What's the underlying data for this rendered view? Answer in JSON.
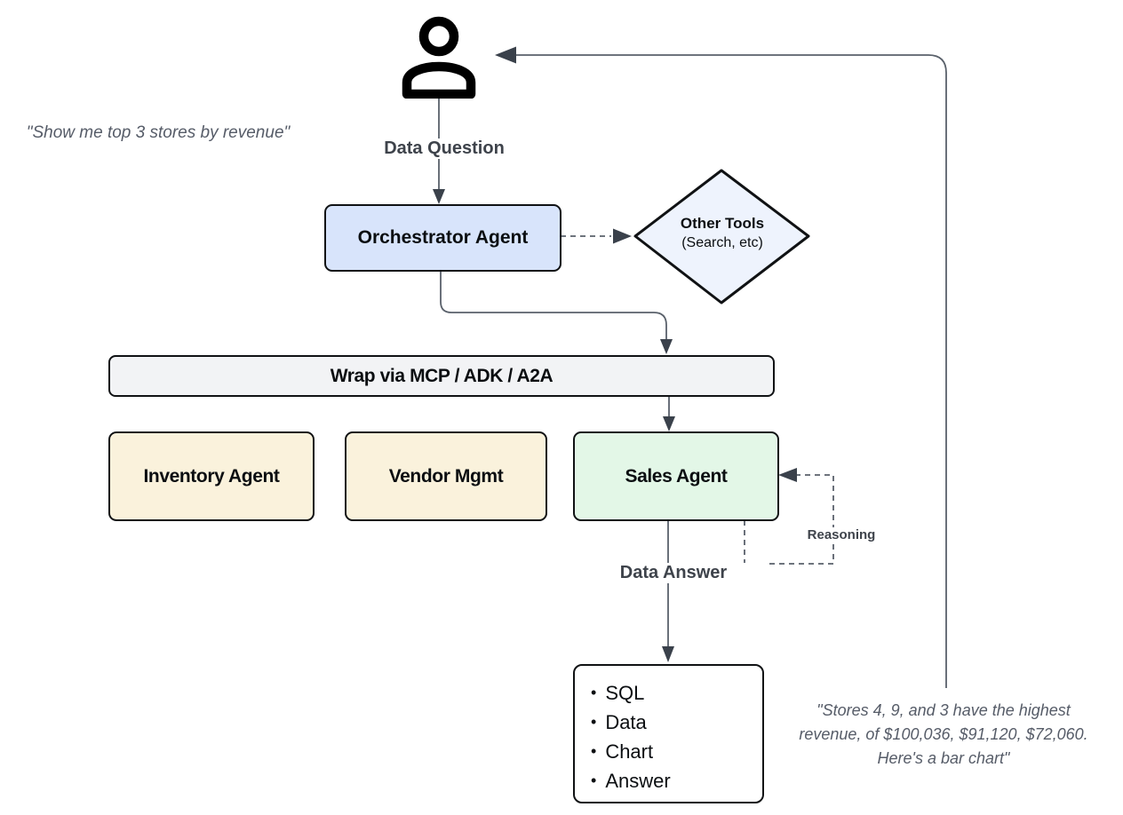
{
  "quotes": {
    "user": "\"Show me top 3 stores by revenue\"",
    "answer_lines": [
      "\"Stores 4, 9, and 3 have the highest",
      "revenue, of $100,036, $91,120, $72,060.",
      "Here's a bar chart\""
    ]
  },
  "labels": {
    "data_question": "Data Question",
    "data_answer": "Data Answer",
    "reasoning": "Reasoning"
  },
  "nodes": {
    "orchestrator": "Orchestrator Agent",
    "other_tools_title": "Other Tools",
    "other_tools_sub": "(Search, etc)",
    "wrap_bar": "Wrap via MCP / ADK / A2A",
    "inventory": "Inventory Agent",
    "vendor": "Vendor Mgmt",
    "sales": "Sales Agent"
  },
  "output_items": [
    "SQL",
    "Data",
    "Chart",
    "Answer"
  ],
  "colors": {
    "orchestrator_fill": "#d8e4fb",
    "other_tools_fill": "#eef3fd",
    "wrap_bar_fill": "#f2f3f5",
    "inventory_fill": "#faf2dc",
    "vendor_fill": "#faf2dc",
    "sales_fill": "#e3f7e7",
    "output_fill": "#ffffff",
    "node_border": "#101214",
    "arrow_line": "#5a616b",
    "arrowhead": "#3a414b",
    "quote_text": "#565c68",
    "flow_label_text": "#3e434b"
  }
}
